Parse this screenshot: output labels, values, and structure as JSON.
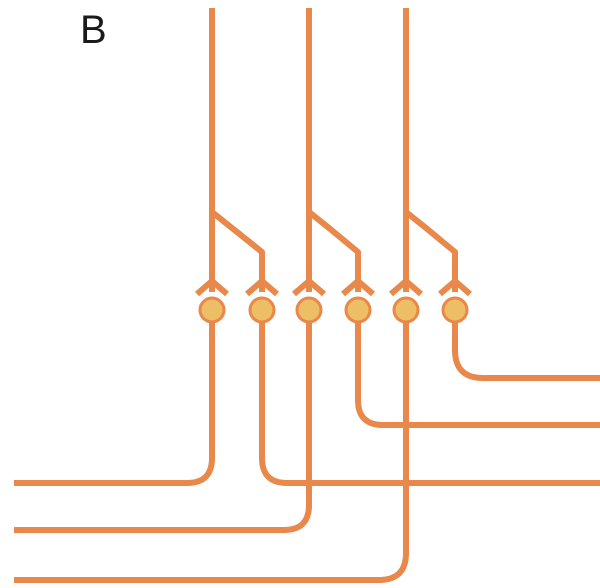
{
  "panel": {
    "label": "B"
  },
  "colors": {
    "wire": "#E8884A",
    "cell_fill": "#EDBE66",
    "cell_stroke": "#E8884A",
    "background": "#FFFFFF"
  },
  "diagram": {
    "description_kind": "neural wiring schematic",
    "input_fibers": 3,
    "cells_per_fiber": 2,
    "total_cells": 6,
    "output_lines": 6
  }
}
